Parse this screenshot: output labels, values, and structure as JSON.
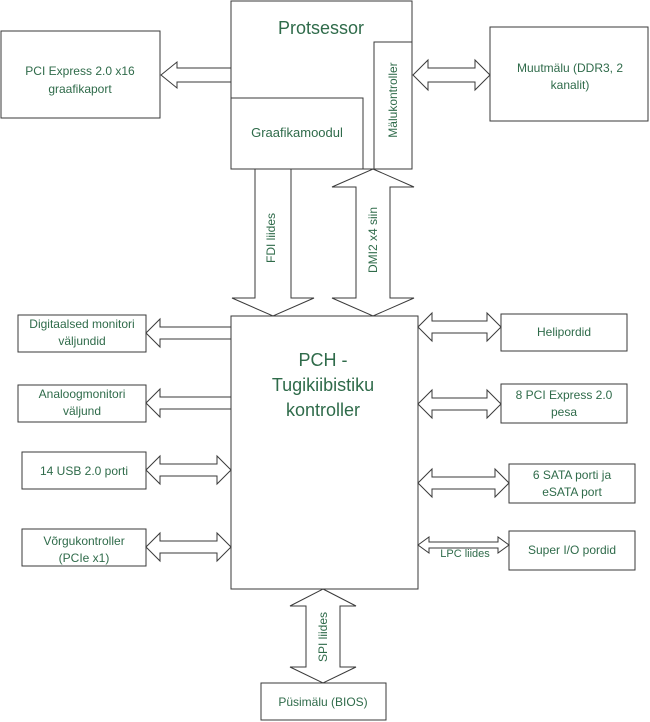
{
  "colors": {
    "text": "#2f6b4a",
    "stroke": "#3a3a3a",
    "fill": "#ffffff"
  },
  "blocks": {
    "processor": "Protsessor",
    "graphics_module": "Graafikamoodul",
    "memory_controller": "Mälukontroller",
    "pcie_graphics_line1": "PCI Express 2.0 x16",
    "pcie_graphics_line2": "graafikaport",
    "memory_line1": "Muutmälu (DDR3, 2",
    "memory_line2": "kanalit)",
    "pch_line1": "PCH -",
    "pch_line2": "Tugikiibistiku",
    "pch_line3": "kontroller",
    "digital_monitor_line1": "Digitaalsed monitori",
    "digital_monitor_line2": "väljundid",
    "analog_monitor_line1": "Analoogmonitori",
    "analog_monitor_line2": "väljund",
    "usb": "14 USB 2.0 porti",
    "network_line1": "Võrgukontroller",
    "network_line2": "(PCIe x1)",
    "audio": "Helipordid",
    "pcie_slots_line1": "8 PCI Express 2.0",
    "pcie_slots_line2": "pesa",
    "sata_line1": "6 SATA porti ja",
    "sata_line2": "eSATA port",
    "super_io": "Super I/O pordid",
    "bios": "Püsimälu (BIOS)"
  },
  "links": {
    "fdi": "FDI liides",
    "dmi": "DMI2 x4 siin",
    "lpc": "LPC liides",
    "spi": "SPI liides"
  }
}
